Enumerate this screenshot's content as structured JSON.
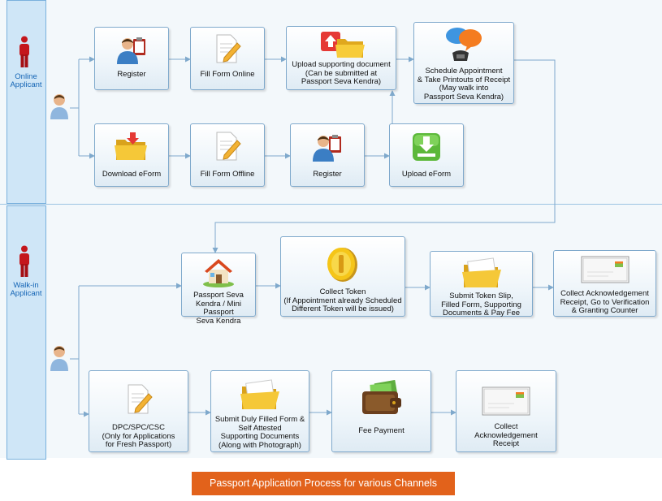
{
  "lanes": {
    "online": {
      "label_line1": "Online",
      "label_line2": "Applicant"
    },
    "walkin": {
      "label_line1": "Walk-in",
      "label_line2": "Applicant"
    }
  },
  "boxes": {
    "register_online": {
      "lines": [
        "Register"
      ],
      "icon": "user-clipboard-icon"
    },
    "fill_form_online": {
      "lines": [
        "Fill Form Online"
      ],
      "icon": "document-pencil-icon"
    },
    "upload_documents": {
      "lines": [
        "Upload supporting document",
        "(Can be submitted at",
        "Passport Seva Kendra)"
      ],
      "icon": "upload-folder-icon"
    },
    "schedule_appointment": {
      "lines": [
        "Schedule Appointment",
        "& Take Printouts of Receipt",
        "(May walk into",
        "Passport Seva Kendra)"
      ],
      "icon": "speech-phone-icon"
    },
    "download_eform": {
      "lines": [
        "Download eForm"
      ],
      "icon": "download-folder-icon"
    },
    "fill_form_offline": {
      "lines": [
        "Fill Form Offline"
      ],
      "icon": "document-pencil-icon"
    },
    "register_offline": {
      "lines": [
        "Register"
      ],
      "icon": "user-clipboard-icon"
    },
    "upload_eform": {
      "lines": [
        "Upload eForm"
      ],
      "icon": "upload-tray-icon"
    },
    "psk": {
      "lines": [
        "Passport Seva",
        "Kendra / Mini Passport",
        "Seva Kendra"
      ],
      "icon": "house-icon"
    },
    "collect_token": {
      "lines": [
        "Collect Token",
        "(If Appointment already Scheduled",
        "Different Token will be issued)"
      ],
      "icon": "token-coin-icon"
    },
    "submit_token": {
      "lines": [
        "Submit Token Slip,",
        "Filled Form, Supporting",
        "Documents & Pay Fee"
      ],
      "icon": "folder-icon"
    },
    "collect_ack_receipt": {
      "lines": [
        "Collect Acknowledgement",
        "Receipt, Go to Verification",
        "& Granting Counter"
      ],
      "icon": "receipt-icon"
    },
    "dpc": {
      "lines": [
        "DPC/SPC/CSC",
        "(Only for Applications",
        "for Fresh Passport)"
      ],
      "icon": "document-pencil-icon"
    },
    "submit_filled_form": {
      "lines": [
        "Submit Duly Filled Form &",
        "Self Attested",
        "Supporting Documents",
        "(Along with Photograph)"
      ],
      "icon": "folder-icon"
    },
    "fee_payment": {
      "lines": [
        "Fee Payment"
      ],
      "icon": "wallet-icon"
    },
    "collect_ack": {
      "lines": [
        "Collect",
        "Acknowledgement",
        "Receipt"
      ],
      "icon": "receipt-icon"
    }
  },
  "caption": "Passport Application Process for various Channels",
  "colors": {
    "lane_band": "#cfe6f7",
    "lane_text": "#1565b5",
    "connector": "#7fa9cc",
    "caption_bg": "#e2621b",
    "person_icon": "#c4161c"
  }
}
